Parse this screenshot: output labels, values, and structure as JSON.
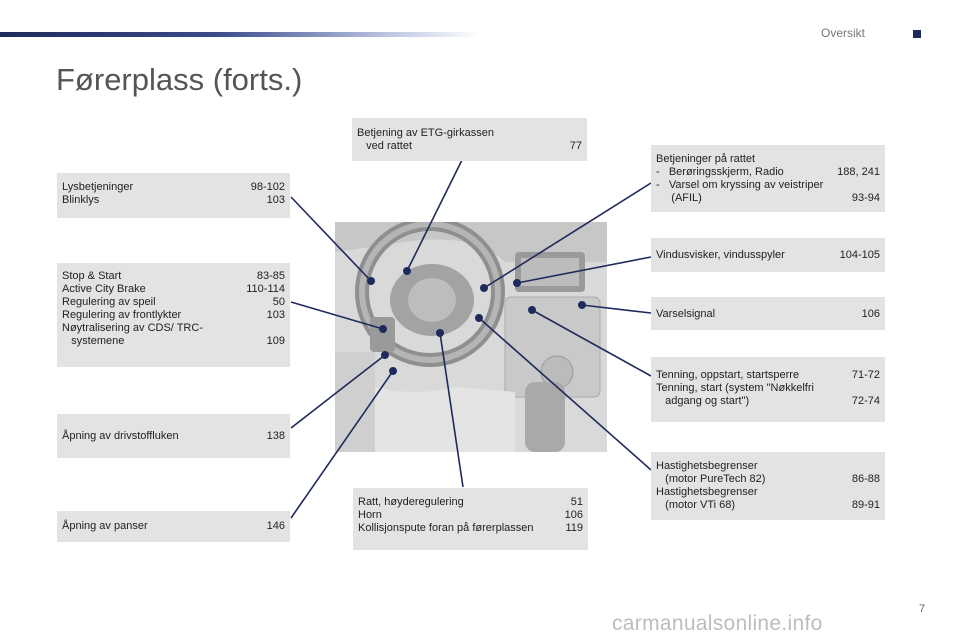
{
  "header": {
    "section": "Oversikt",
    "title": "Førerplass (forts.)"
  },
  "boxes": {
    "lights": {
      "rows": [
        {
          "t": "Lysbetjeninger",
          "p": "98-102"
        },
        {
          "t": "Blinklys",
          "p": "103"
        }
      ]
    },
    "stopstart": {
      "rows": [
        {
          "t": "Stop & Start",
          "p": "83-85"
        },
        {
          "t": "Active City Brake",
          "p": "110-114"
        },
        {
          "t": "Regulering av speil",
          "p": "50"
        },
        {
          "t": "Regulering av frontlykter",
          "p": "103"
        },
        {
          "t": "Nøytralisering av CDS/ TRC-",
          "p": ""
        },
        {
          "t": "   systemene",
          "p": "109"
        }
      ]
    },
    "fuel": {
      "rows": [
        {
          "t": "Åpning av drivstoffluken",
          "p": "138"
        }
      ]
    },
    "bonnet": {
      "rows": [
        {
          "t": "Åpning av panser",
          "p": "146"
        }
      ]
    },
    "etg": {
      "rows": [
        {
          "t": "Betjening av ETG-girkassen",
          "p": ""
        },
        {
          "t": "   ved rattet",
          "p": "77"
        }
      ]
    },
    "wheel": {
      "rows": [
        {
          "t": "Ratt, høyderegulering",
          "p": "51"
        },
        {
          "t": "Horn",
          "p": "106"
        },
        {
          "t": "Kollisjonspute foran på førerplassen",
          "p": "119"
        }
      ]
    },
    "steering_controls": {
      "rows": [
        {
          "t": "Betjeninger på rattet",
          "p": ""
        },
        {
          "t": "-   Berøringsskjerm, Radio",
          "p": "188, 241"
        },
        {
          "t": "-   Varsel om kryssing av veistriper",
          "p": ""
        },
        {
          "t": "     (AFIL)",
          "p": "93-94"
        }
      ]
    },
    "wipers": {
      "rows": [
        {
          "t": "Vindusvisker, vindusspyler",
          "p": "104-105"
        }
      ]
    },
    "hazard": {
      "rows": [
        {
          "t": "Varselsignal",
          "p": "106"
        }
      ]
    },
    "ignition": {
      "rows": [
        {
          "t": "Tenning, oppstart, startsperre",
          "p": "71-72"
        },
        {
          "t": "Tenning, start (system \"Nøkkelfri",
          "p": ""
        },
        {
          "t": "   adgang og start\")",
          "p": "72-74"
        }
      ]
    },
    "speedlimiter": {
      "rows": [
        {
          "t": "Hastighetsbegrenser",
          "p": ""
        },
        {
          "t": "   (motor PureTech 82)",
          "p": "86-88"
        },
        {
          "t": "Hastighetsbegrenser",
          "p": ""
        },
        {
          "t": "   (motor VTi 68)",
          "p": "89-91"
        }
      ]
    }
  },
  "footer": {
    "page": "7",
    "watermark": "carmanualsonline.info"
  },
  "colors": {
    "accent": "#1f2a5c",
    "box": "#e3e3e3"
  }
}
